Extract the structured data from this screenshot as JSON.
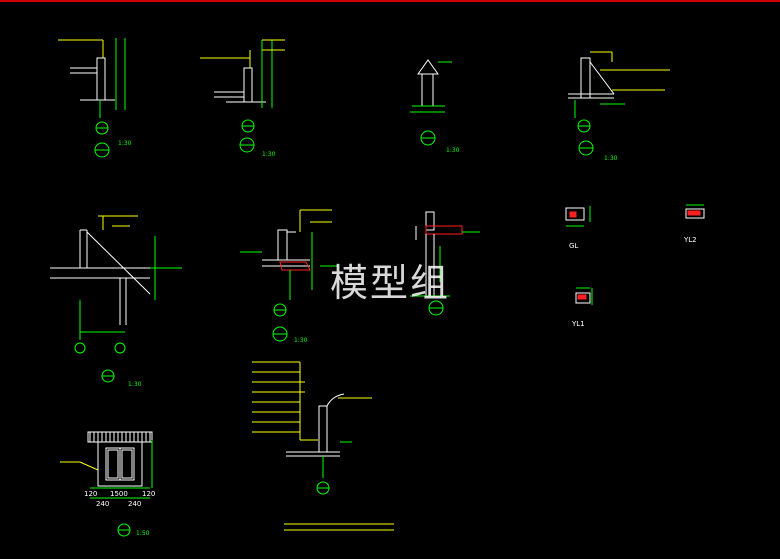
{
  "watermark": "模型组",
  "labels": {
    "gl": "GL",
    "yl2": "YL2",
    "yl1": "YL1"
  },
  "scales": {
    "s1": "1:30",
    "s2": "1:30",
    "s3": "1:30",
    "s4": "1:30",
    "s5": "1:30",
    "s6": "1:30",
    "s7": "1:50"
  },
  "door_dims": {
    "d1": "120",
    "d2": "1500",
    "d3": "120",
    "d4": "240",
    "d5": "240"
  },
  "colors": {
    "background": "#000000",
    "frame": "#d00000",
    "line": "#ffffff",
    "dimension": "#00ff00",
    "note": "#ffff00",
    "rebar": "#ff2020"
  }
}
